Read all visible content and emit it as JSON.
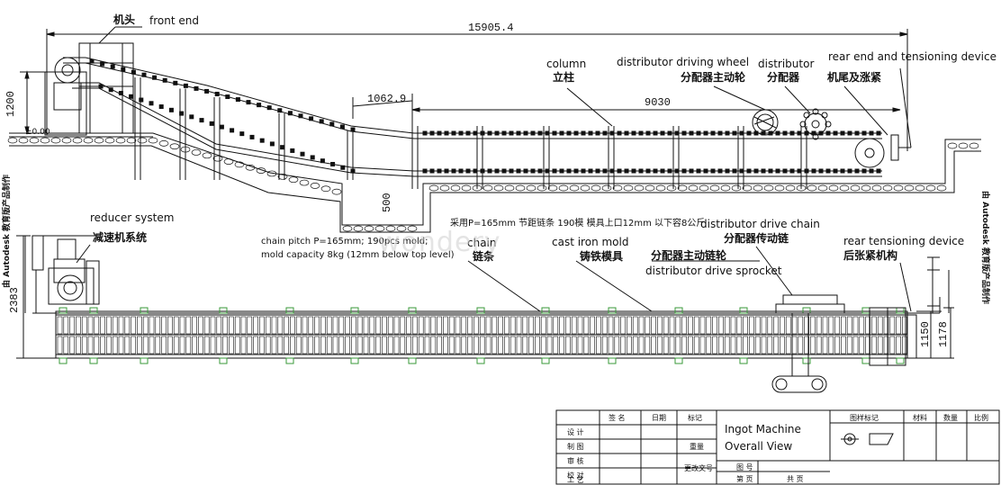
{
  "labels": {
    "front_end_cn": "机头",
    "front_end_en": "front end",
    "total_length": "15905.4",
    "height_left": "1200",
    "zero_level": "±0.00",
    "incline_dim": "1062.9",
    "flat_dim": "9030",
    "pit_depth": "500",
    "column_en": "column",
    "column_cn": "立柱",
    "dist_wheel_en": "distributor driving wheel",
    "dist_wheel_cn": "分配器主动轮",
    "distributor_en": "distributor",
    "distributor_cn": "分配器",
    "rear_end_en": "rear end and tensioning device",
    "rear_end_cn": "机尾及涨紧",
    "reducer_en": "reducer system",
    "reducer_cn": "减速机系统",
    "chain_pitch_note": "chain pitch P=165mm; 190pcs mold;",
    "capacity_note": "mold capacity 8kg (12mm below top level)",
    "cn_note": "采用P=165mm 节距链条 190模 模具上口12mm 以下容8公斤",
    "chain_en": "chain",
    "chain_cn": "链条",
    "mold_en": "cast iron mold",
    "mold_cn": "铸铁模具",
    "dist_chain_en": "distributor drive chain",
    "dist_chain_cn": "分配器传动链",
    "dist_sprocket_cn": "分配器主动链轮",
    "dist_sprocket_en": "distributor drive sprocket",
    "rear_tension_en": "rear tensioning device",
    "rear_tension_cn": "后张紧机构",
    "width_dim": "2383",
    "dim_1150": "1150",
    "dim_1178": "1178",
    "side_note": "由 Autodesk 教育版产品制作",
    "watermark": "wondery"
  },
  "title_block": {
    "title_line1": "Ingot Machine",
    "title_line2": "Overall View",
    "col_sign": "签 名",
    "col_date": "日期",
    "col_mark": "标记",
    "row_design": "设 计",
    "row_draw": "制 图",
    "row_check": "审 核",
    "row_proof": "校 对",
    "row_process": "工 艺",
    "weight": "重量",
    "change_doc": "更改文号",
    "drawing_no": "图 号",
    "sheet_total": "共 页",
    "sheet_no": "第 页",
    "drawing_mark": "图样标记",
    "material": "材料",
    "quantity": "数量",
    "scale": "比例"
  }
}
